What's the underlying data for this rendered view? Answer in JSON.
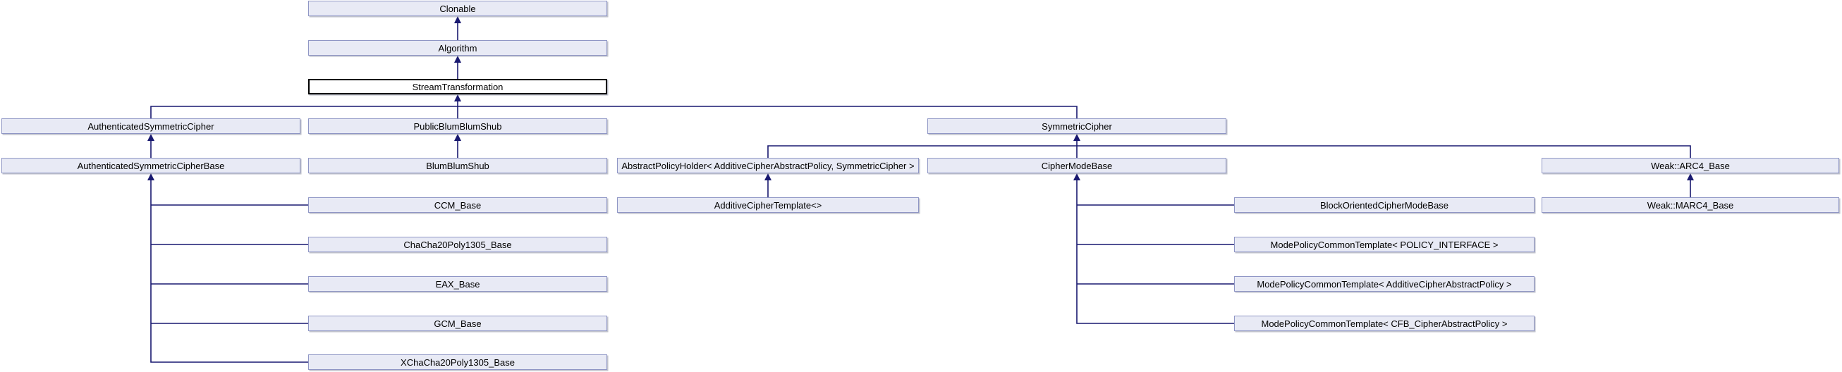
{
  "diagram": {
    "type": "class-inheritance-graph",
    "highlighted_node": "StreamTransformation",
    "colors": {
      "background": "#ffffff",
      "node_fill": "#e8eaf5",
      "node_border": "#8f96c5",
      "highlight_fill": "#ffffff",
      "highlight_border": "#000000",
      "edge": "#191970",
      "text": "#000000"
    },
    "nodes": {
      "clonable": {
        "label": "Clonable"
      },
      "algorithm": {
        "label": "Algorithm"
      },
      "streamTransformation": {
        "label": "StreamTransformation"
      },
      "authenticatedSymmetricCipher": {
        "label": "AuthenticatedSymmetricCipher"
      },
      "publicBlumBlumShub": {
        "label": "PublicBlumBlumShub"
      },
      "symmetricCipher": {
        "label": "SymmetricCipher"
      },
      "authenticatedSymmetricCipherBase": {
        "label": "AuthenticatedSymmetricCipherBase"
      },
      "blumBlumShub": {
        "label": "BlumBlumShub"
      },
      "abstractPolicyHolder": {
        "label": "AbstractPolicyHolder< AdditiveCipherAbstractPolicy, SymmetricCipher >"
      },
      "cipherModeBase": {
        "label": "CipherModeBase"
      },
      "weakArc4Base": {
        "label": "Weak::ARC4_Base"
      },
      "ccmBase": {
        "label": "CCM_Base"
      },
      "additiveCipherTemplate": {
        "label": "AdditiveCipherTemplate<>"
      },
      "blockOrientedCipherModeBase": {
        "label": "BlockOrientedCipherModeBase"
      },
      "weakMarc4Base": {
        "label": "Weak::MARC4_Base"
      },
      "chaCha20Poly1305Base": {
        "label": "ChaCha20Poly1305_Base"
      },
      "modePolicyCommonTemplatePolicyInterface": {
        "label": "ModePolicyCommonTemplate< POLICY_INTERFACE >"
      },
      "eaxBase": {
        "label": "EAX_Base"
      },
      "modePolicyCommonTemplateAdditive": {
        "label": "ModePolicyCommonTemplate< AdditiveCipherAbstractPolicy >"
      },
      "gcmBase": {
        "label": "GCM_Base"
      },
      "modePolicyCommonTemplateCfb": {
        "label": "ModePolicyCommonTemplate< CFB_CipherAbstractPolicy >"
      },
      "xChaCha20Poly1305Base": {
        "label": "XChaCha20Poly1305_Base"
      }
    },
    "edges": [
      {
        "from": "Algorithm",
        "to": "Clonable"
      },
      {
        "from": "StreamTransformation",
        "to": "Algorithm"
      },
      {
        "from": "AuthenticatedSymmetricCipher",
        "to": "StreamTransformation"
      },
      {
        "from": "PublicBlumBlumShub",
        "to": "StreamTransformation"
      },
      {
        "from": "SymmetricCipher",
        "to": "StreamTransformation"
      },
      {
        "from": "AuthenticatedSymmetricCipherBase",
        "to": "AuthenticatedSymmetricCipher"
      },
      {
        "from": "BlumBlumShub",
        "to": "PublicBlumBlumShub"
      },
      {
        "from": "AbstractPolicyHolder< AdditiveCipherAbstractPolicy, SymmetricCipher >",
        "to": "SymmetricCipher"
      },
      {
        "from": "CipherModeBase",
        "to": "SymmetricCipher"
      },
      {
        "from": "Weak::ARC4_Base",
        "to": "SymmetricCipher"
      },
      {
        "from": "CCM_Base",
        "to": "AuthenticatedSymmetricCipherBase"
      },
      {
        "from": "ChaCha20Poly1305_Base",
        "to": "AuthenticatedSymmetricCipherBase"
      },
      {
        "from": "EAX_Base",
        "to": "AuthenticatedSymmetricCipherBase"
      },
      {
        "from": "GCM_Base",
        "to": "AuthenticatedSymmetricCipherBase"
      },
      {
        "from": "XChaCha20Poly1305_Base",
        "to": "AuthenticatedSymmetricCipherBase"
      },
      {
        "from": "AdditiveCipherTemplate<>",
        "to": "AbstractPolicyHolder< AdditiveCipherAbstractPolicy, SymmetricCipher >"
      },
      {
        "from": "BlockOrientedCipherModeBase",
        "to": "CipherModeBase"
      },
      {
        "from": "ModePolicyCommonTemplate< POLICY_INTERFACE >",
        "to": "CipherModeBase"
      },
      {
        "from": "ModePolicyCommonTemplate< AdditiveCipherAbstractPolicy >",
        "to": "CipherModeBase"
      },
      {
        "from": "ModePolicyCommonTemplate< CFB_CipherAbstractPolicy >",
        "to": "CipherModeBase"
      },
      {
        "from": "Weak::MARC4_Base",
        "to": "Weak::ARC4_Base"
      }
    ]
  }
}
